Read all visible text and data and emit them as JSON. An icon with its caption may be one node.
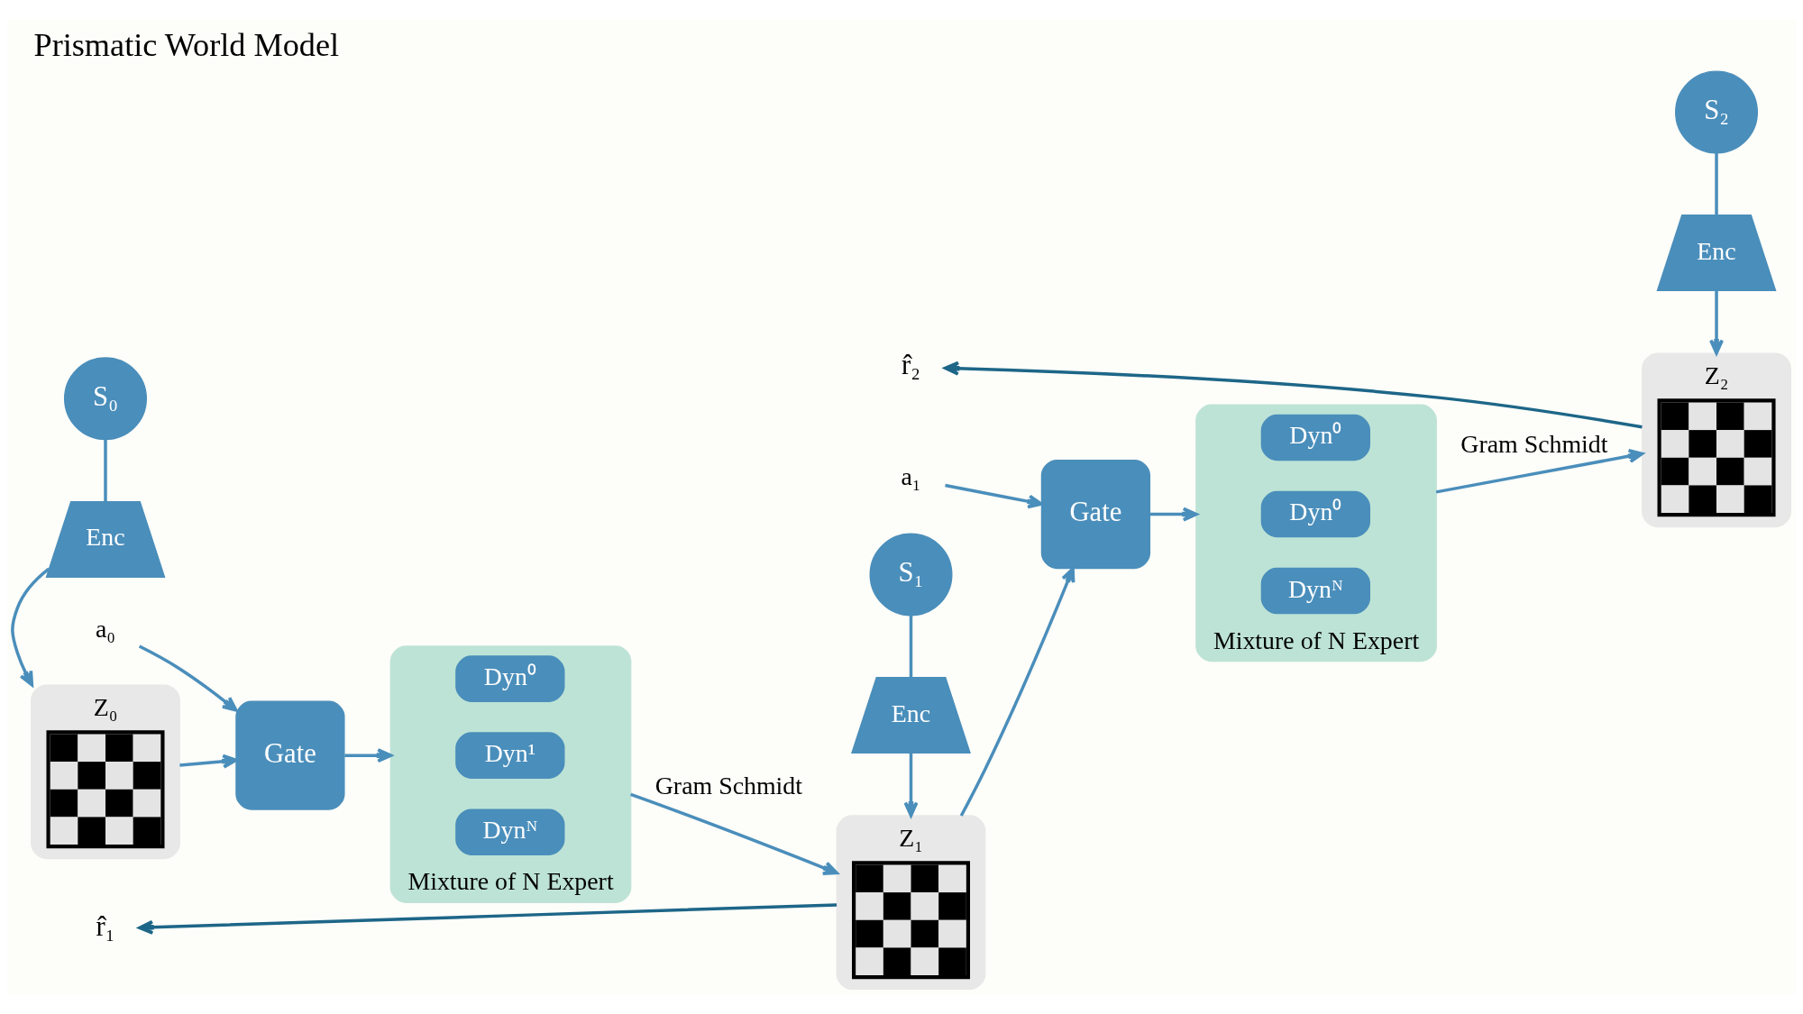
{
  "diagram": {
    "title": "Prismatic World Model",
    "nodes": [
      {
        "text": [
          "S₀"
        ]
      },
      {
        "text": [
          "Enc"
        ]
      },
      {
        "text": [
          "Z₀"
        ]
      },
      {
        "text": [
          "a₀"
        ]
      },
      {
        "text": [
          "Gate"
        ]
      },
      {
        "text": [
          "Mixture of N Expert"
        ]
      },
      {
        "text": [
          "Dyn⁰"
        ],
        "in": 5
      },
      {
        "text": [
          "Dyn¹"
        ],
        "in": 5
      },
      {
        "text": [
          "Dynᴺ"
        ],
        "in": 5
      },
      {
        "text": [
          "r̂₁"
        ]
      },
      {
        "text": [
          "S₁"
        ]
      },
      {
        "text": [
          "Enc"
        ]
      },
      {
        "text": [
          "Z₁"
        ]
      },
      {
        "text": [
          "a₁"
        ]
      },
      {
        "text": [
          "Gate"
        ]
      },
      {
        "text": [
          "Mixture of N Expert"
        ]
      },
      {
        "text": [
          "Dyn⁰"
        ],
        "in": 15
      },
      {
        "text": [
          "Dyn⁰"
        ],
        "in": 15
      },
      {
        "text": [
          "Dynᴺ"
        ],
        "in": 15
      },
      {
        "text": [
          "r̂₂"
        ]
      },
      {
        "text": [
          "S₂"
        ]
      },
      {
        "text": [
          "Enc"
        ]
      },
      {
        "text": [
          "Z₂"
        ]
      }
    ],
    "edges": [
      {
        "from": 0,
        "to": 1,
        "arrow": "none"
      },
      {
        "from": 1,
        "to": 2,
        "arrow": "to"
      },
      {
        "from": 2,
        "to": 4,
        "arrow": "to"
      },
      {
        "from": 3,
        "to": 4,
        "arrow": "to"
      },
      {
        "from": 4,
        "to": 5,
        "arrow": "to"
      },
      {
        "from": 5,
        "to": 12,
        "arrow": "to",
        "label": "Gram Schmidt"
      },
      {
        "from": 12,
        "to": 9,
        "arrow": "to",
        "color": "#1d6688"
      },
      {
        "from": 10,
        "to": 11,
        "arrow": "none"
      },
      {
        "from": 11,
        "to": 12,
        "arrow": "to"
      },
      {
        "from": 12,
        "to": 14,
        "arrow": "to"
      },
      {
        "from": 13,
        "to": 14,
        "arrow": "to"
      },
      {
        "from": 14,
        "to": 15,
        "arrow": "to"
      },
      {
        "from": 15,
        "to": 22,
        "arrow": "to",
        "label": "Gram Schmidt"
      },
      {
        "from": 22,
        "to": 19,
        "arrow": "to",
        "color": "#1d6688"
      },
      {
        "from": 20,
        "to": 21,
        "arrow": "none"
      },
      {
        "from": 21,
        "to": 22,
        "arrow": "to"
      }
    ]
  }
}
